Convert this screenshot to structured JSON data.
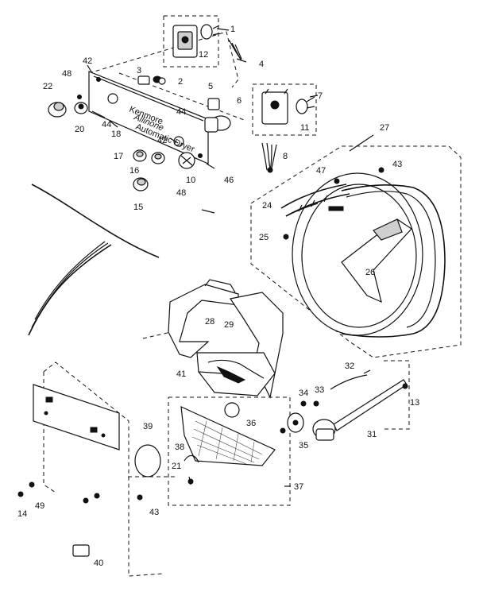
{
  "panel_text": {
    "brand": "Kenmore",
    "model": "Allinone",
    "sub": "Automatic Dryer"
  },
  "callouts": [
    "1",
    "12",
    "4",
    "42",
    "3",
    "2",
    "22",
    "48",
    "20",
    "44",
    "5",
    "6",
    "7",
    "11",
    "18",
    "27",
    "17",
    "16",
    "42",
    "10",
    "48",
    "46",
    "47",
    "43",
    "24",
    "8",
    "15",
    "44",
    "25",
    "26",
    "28",
    "29",
    "41",
    "32",
    "34",
    "33",
    "13",
    "36",
    "35",
    "31",
    "39",
    "38",
    "21",
    "37",
    "14",
    "49",
    "43",
    "40"
  ]
}
